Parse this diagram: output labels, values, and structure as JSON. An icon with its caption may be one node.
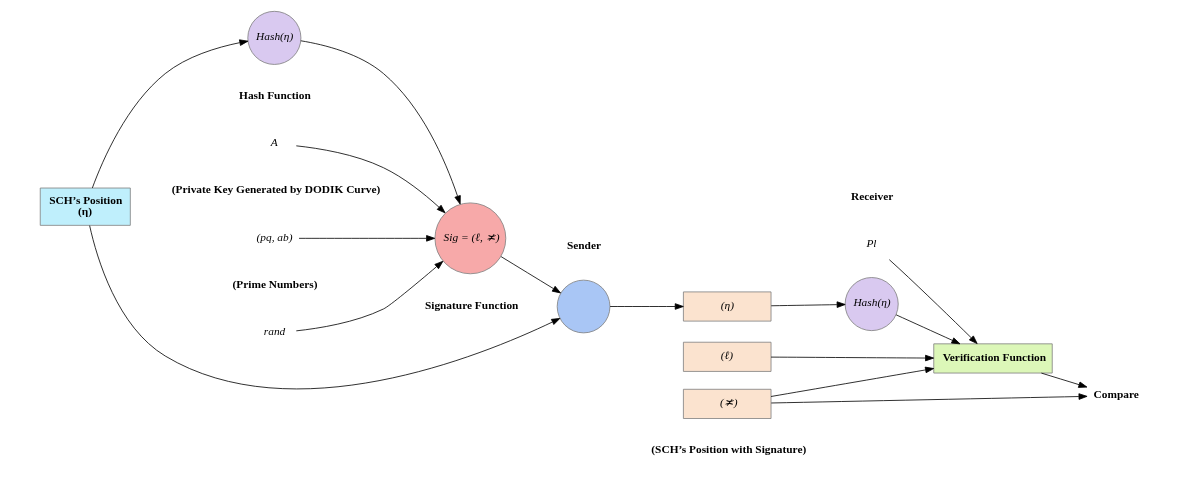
{
  "diagram": {
    "nodes": [
      {
        "text": [
          "SCH’s Position",
          "(η)"
        ]
      },
      {
        "text": [],
        "shape": "circle"
      },
      {
        "text": [
          "(η)"
        ]
      },
      {
        "text": [
          "(ℓ)"
        ]
      },
      {
        "text": [
          "(≭)"
        ],
        "beside": [
          "(SCH’s Position with Signature)"
        ]
      },
      {
        "text": [
          "Hash(η)"
        ]
      },
      {
        "text": [
          "Pl"
        ]
      },
      {
        "text": [
          "Verification Function"
        ]
      },
      {
        "text": [
          "Compare"
        ]
      },
      {
        "text": [
          "Hash(η)"
        ],
        "beside": [
          "Hash Function"
        ]
      },
      {
        "text": [
          "Sig = (ℓ, ≭)"
        ],
        "beside": [
          "Signature Function"
        ]
      },
      {
        "text": [
          "rand"
        ]
      },
      {
        "text": [
          "A"
        ],
        "beside": [
          "(Private Key Generated by DODIK Curve)"
        ]
      },
      {
        "text": [
          "(pq, ab)"
        ],
        "beside": [
          "(Prime Numbers)"
        ]
      }
    ],
    "edges": [
      {
        "from": 0,
        "to": 1,
        "arrow": "to"
      },
      {
        "from": 0,
        "to": 9,
        "arrow": "to"
      },
      {
        "from": 9,
        "to": 10,
        "arrow": "to"
      },
      {
        "from": 11,
        "to": 10,
        "arrow": "to"
      },
      {
        "from": 12,
        "to": 10,
        "arrow": "to"
      },
      {
        "from": 13,
        "to": 10,
        "arrow": "to"
      },
      {
        "from": 10,
        "to": 1,
        "arrow": "to"
      },
      {
        "from": 1,
        "to": 2,
        "arrow": "to"
      },
      {
        "from": 2,
        "to": 5,
        "arrow": "to"
      },
      {
        "from": 5,
        "to": 7,
        "arrow": "to"
      },
      {
        "from": 6,
        "to": 7,
        "arrow": "to"
      },
      {
        "from": 3,
        "to": 7,
        "arrow": "to"
      },
      {
        "from": 4,
        "to": 7,
        "arrow": "to"
      },
      {
        "from": 7,
        "to": 8,
        "arrow": "to"
      },
      {
        "from": 4,
        "to": 8,
        "arrow": "to"
      }
    ],
    "labels": [
      "Sender",
      "Receiver"
    ]
  }
}
